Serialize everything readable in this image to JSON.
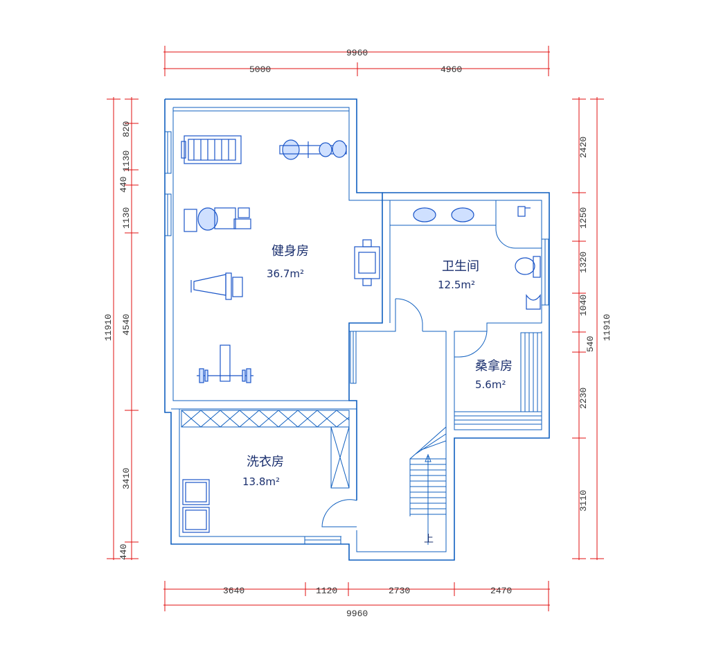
{
  "dimensions": {
    "top_total": "9960",
    "top_left": "5000",
    "top_right": "4960",
    "bottom_total": "9960",
    "bottom_1": "3640",
    "bottom_2": "1120",
    "bottom_3": "2730",
    "bottom_4": "2470",
    "left_total": "11910",
    "left_1": "820",
    "left_2": "1130",
    "left_3": "440",
    "left_4": "1130",
    "left_5": "4540",
    "left_6": "3410",
    "left_7": "440",
    "right_total": "11910",
    "right_1": "2420",
    "right_2": "1250",
    "right_3": "1320",
    "right_4": "1040",
    "right_5": "540",
    "right_6": "2230",
    "right_7": "3110"
  },
  "rooms": {
    "gym": {
      "name": "健身房",
      "area": "36.7m²"
    },
    "bathroom": {
      "name": "卫生间",
      "area": "12.5m²"
    },
    "sauna": {
      "name": "桑拿房",
      "area": "5.6m²"
    },
    "laundry": {
      "name": "洗衣房",
      "area": "13.8m²"
    }
  },
  "stairs": {
    "label": "上"
  },
  "colors": {
    "wall": "#0f5fbf",
    "dimension": "#e01010",
    "furniture": "#1a55c8"
  }
}
